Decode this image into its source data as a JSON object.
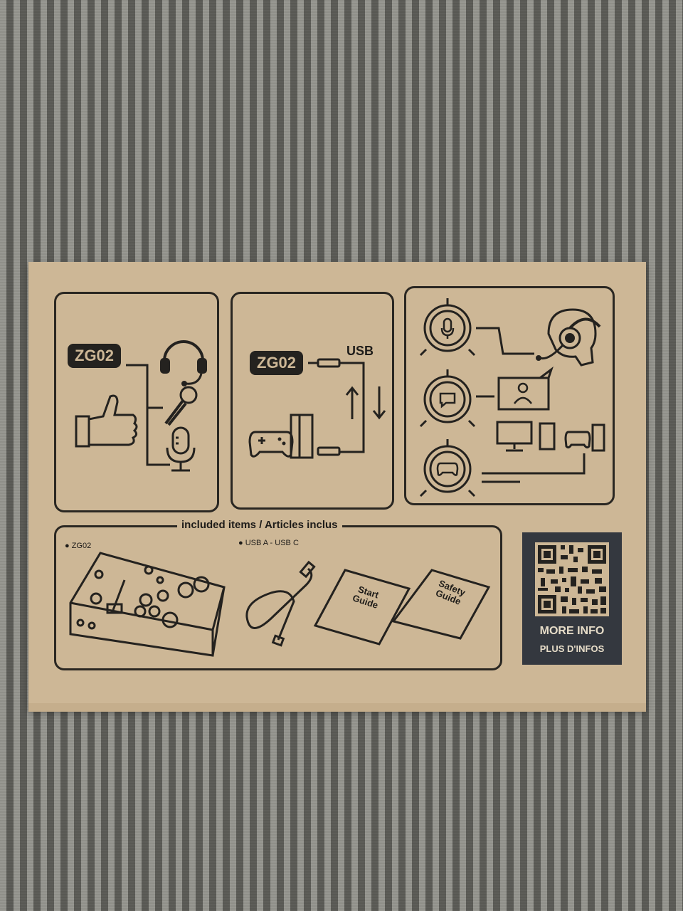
{
  "panel1": {
    "device_label": "ZG02"
  },
  "panel2": {
    "device_label": "ZG02",
    "usb_label": "USB"
  },
  "included": {
    "heading": "included items / Articles inclus",
    "item1": "ZG02",
    "item2": "USB A - USB C",
    "start_guide": "Start\nGuide",
    "safety_guide": "Safety\nGuide"
  },
  "qr": {
    "more_info": "MORE INFO",
    "plus_infos": "PLUS D'INFOS"
  },
  "icons": [
    "headset-icon",
    "thumbs-up-icon",
    "handheld-mic-icon",
    "studio-mic-icon",
    "gamepad-icon",
    "console-icon",
    "usb-cable-icon",
    "arrow-up-icon",
    "arrow-down-icon",
    "chat-icon",
    "monitor-icon",
    "qr-code"
  ]
}
